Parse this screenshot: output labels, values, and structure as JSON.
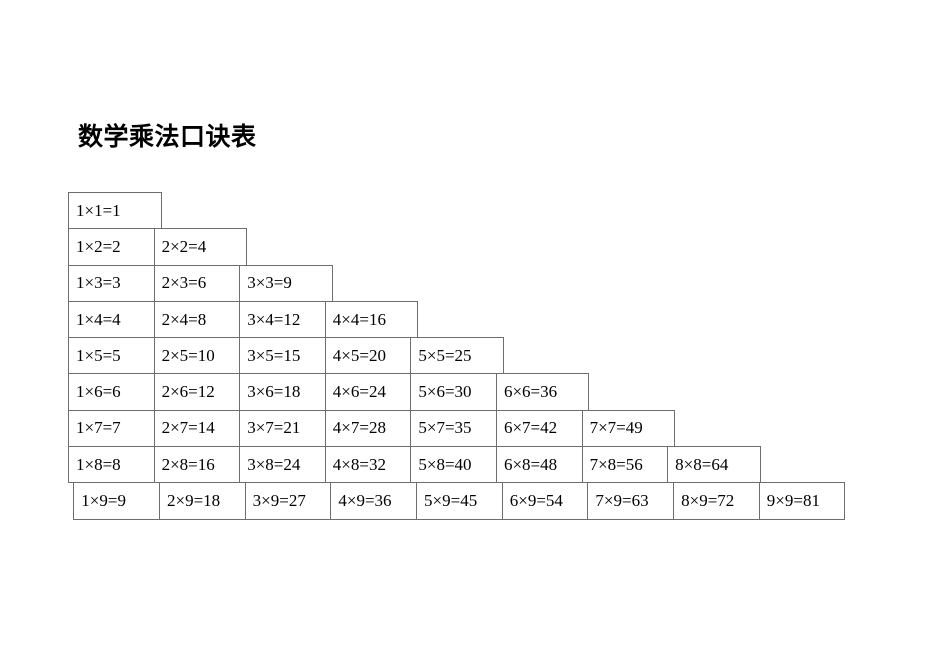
{
  "page": {
    "title": "数学乘法口诀表"
  },
  "table": {
    "rows": [
      {
        "cells": [
          "1×1=1"
        ]
      },
      {
        "cells": [
          "1×2=2",
          "2×2=4"
        ]
      },
      {
        "cells": [
          "1×3=3",
          "2×3=6",
          "3×3=9"
        ]
      },
      {
        "cells": [
          "1×4=4",
          "2×4=8",
          "3×4=12",
          "4×4=16"
        ]
      },
      {
        "cells": [
          "1×5=5",
          "2×5=10",
          "3×5=15",
          "4×5=20",
          "5×5=25"
        ]
      },
      {
        "cells": [
          "1×6=6",
          "2×6=12",
          "3×6=18",
          "4×6=24",
          "5×6=30",
          "6×6=36"
        ]
      },
      {
        "cells": [
          "1×7=7",
          "2×7=14",
          "3×7=21",
          "4×7=28",
          "5×7=35",
          "6×7=42",
          "7×7=49"
        ]
      },
      {
        "cells": [
          "1×8=8",
          "2×8=16",
          "3×8=24",
          "4×8=32",
          "5×8=40",
          "6×8=48",
          "7×8=56",
          "8×8=64"
        ]
      },
      {
        "cells": [
          "1×9=9",
          "2×9=18",
          "3×9=27",
          "4×9=36",
          "5×9=45",
          "6×9=54",
          "7×9=63",
          "8×9=72",
          "9×9=81"
        ]
      }
    ]
  }
}
